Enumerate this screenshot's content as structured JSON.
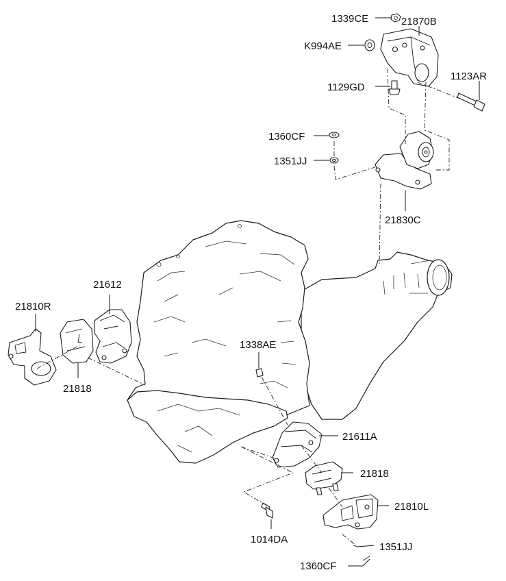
{
  "diagram": {
    "callouts": [
      {
        "id": "c1",
        "text": "1339CE"
      },
      {
        "id": "c2",
        "text": "21870B"
      },
      {
        "id": "c3",
        "text": "K994AE"
      },
      {
        "id": "c4",
        "text": "1123AR"
      },
      {
        "id": "c5",
        "text": "1129GD"
      },
      {
        "id": "c6",
        "text": "1360CF"
      },
      {
        "id": "c7",
        "text": "1351JJ"
      },
      {
        "id": "c8",
        "text": "21830C"
      },
      {
        "id": "c9",
        "text": "21612"
      },
      {
        "id": "c10",
        "text": "21810R"
      },
      {
        "id": "c11",
        "text": "21818"
      },
      {
        "id": "c12",
        "text": "1338AE"
      },
      {
        "id": "c13",
        "text": "21611A"
      },
      {
        "id": "c14",
        "text": "21818"
      },
      {
        "id": "c15",
        "text": "21810L"
      },
      {
        "id": "c16",
        "text": "1014DA"
      },
      {
        "id": "c17",
        "text": "1351JJ"
      },
      {
        "id": "c18",
        "text": "1360CF"
      }
    ]
  }
}
